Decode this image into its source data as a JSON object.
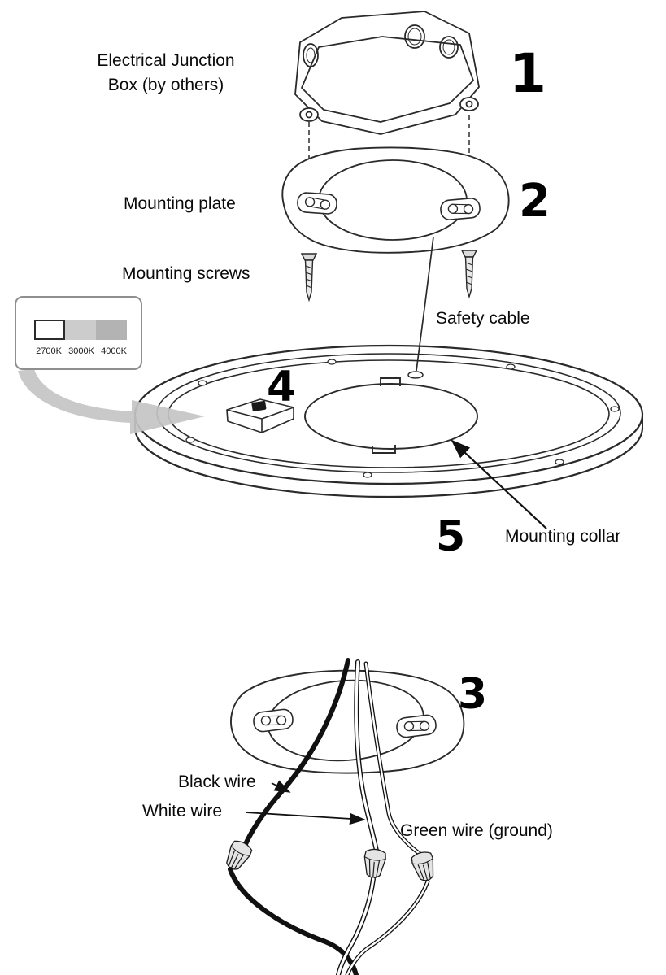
{
  "labels": {
    "junction_box_line1": "Electrical Junction",
    "junction_box_line2": "Box (by others)",
    "mounting_plate": "Mounting plate",
    "mounting_screws": "Mounting screws",
    "safety_cable": "Safety cable",
    "mounting_collar": "Mounting collar",
    "black_wire": "Black wire",
    "white_wire": "White wire",
    "green_wire": "Green wire (ground)"
  },
  "step_numbers": {
    "step1": "1",
    "step2": "2",
    "step3": "3",
    "step4": "4",
    "step5": "5"
  },
  "color_temp_selector": {
    "options": [
      {
        "label": "2700K",
        "swatch": "#ffffff"
      },
      {
        "label": "3000K",
        "swatch": "#cccccc"
      },
      {
        "label": "4000K",
        "swatch": "#b3b3b3"
      }
    ]
  },
  "colors": {
    "line": "#2a2a2a",
    "gray_arrow": "#c4c4c4",
    "background": "#ffffff"
  }
}
